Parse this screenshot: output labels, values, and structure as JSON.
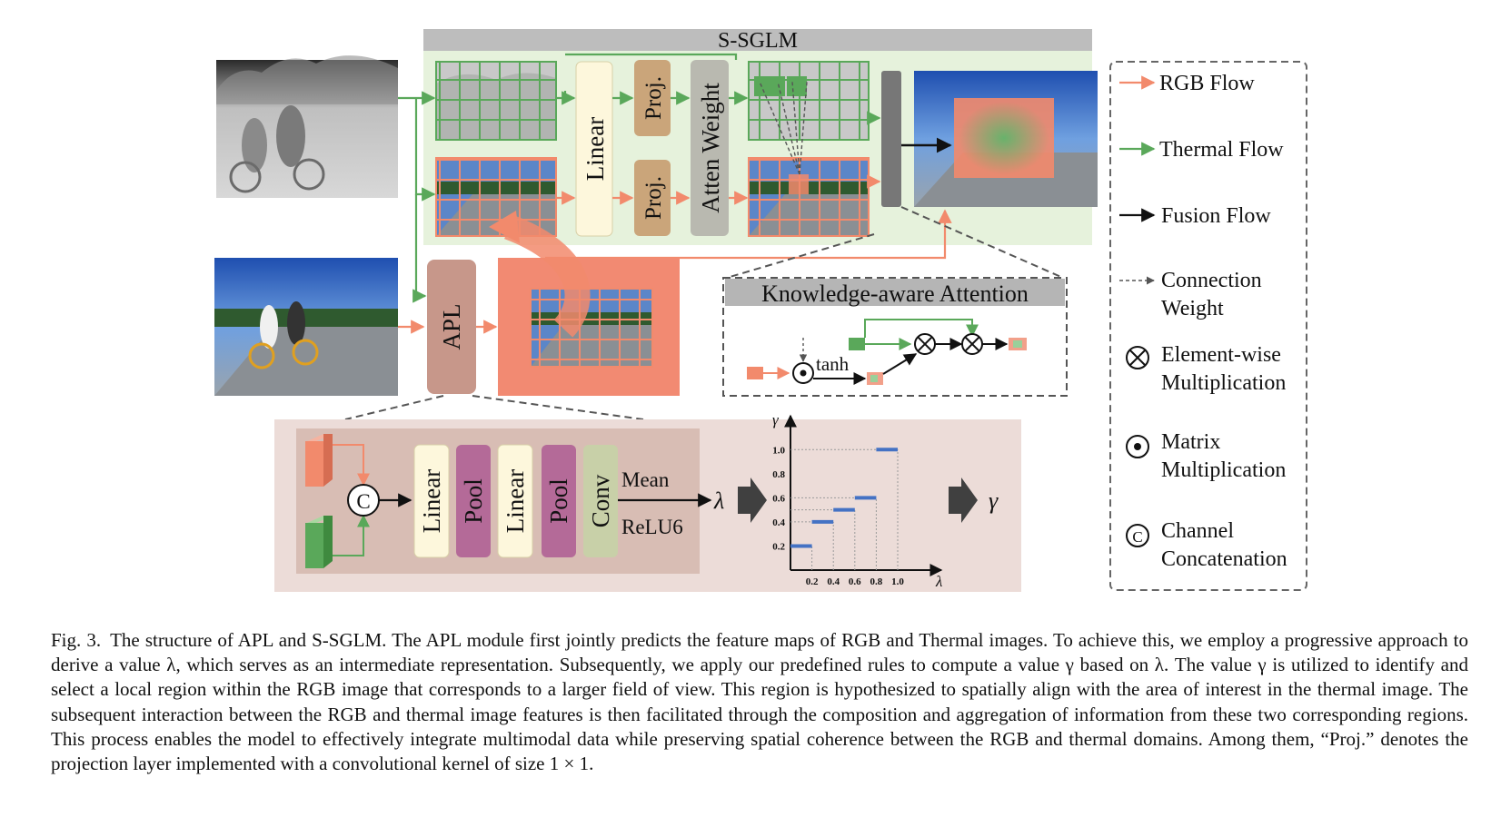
{
  "sglm": {
    "title": "S-SGLM",
    "linear": "Linear",
    "proj_top": "Proj.",
    "proj_bottom": "Proj.",
    "atten_weight": "Atten Weight"
  },
  "apl": {
    "label": "APL"
  },
  "kaa": {
    "title": "Knowledge-aware Attention",
    "tanh": "tanh"
  },
  "apl_detail": {
    "concat_symbol": "C",
    "linear_1": "Linear",
    "pool_1": "Pool",
    "linear_2": "Linear",
    "pool_2": "Pool",
    "conv": "Conv",
    "mean": "Mean",
    "relu6": "ReLU6",
    "lambda": "λ",
    "gamma": "γ"
  },
  "chart_data": {
    "type": "line",
    "xlabel": "λ",
    "ylabel": "γ",
    "x_ticks": [
      "0.2",
      "0.4",
      "0.6",
      "0.8",
      "1.0"
    ],
    "y_ticks": [
      "0.2",
      "0.4",
      "0.6",
      "0.8",
      "1.0"
    ],
    "xlim": [
      0,
      1.2
    ],
    "ylim": [
      0,
      1.1
    ],
    "steps": [
      {
        "x0": 0.0,
        "x1": 0.2,
        "y": 0.2
      },
      {
        "x0": 0.2,
        "x1": 0.4,
        "y": 0.4
      },
      {
        "x0": 0.4,
        "x1": 0.6,
        "y": 0.5
      },
      {
        "x0": 0.6,
        "x1": 0.8,
        "y": 0.6
      },
      {
        "x0": 0.8,
        "x1": 1.0,
        "y": 1.0
      }
    ],
    "colors": {
      "step": "#4472c4",
      "guide": "#9a9a9a"
    }
  },
  "legend": {
    "rgb_flow": "RGB Flow",
    "thermal_flow": "Thermal Flow",
    "fusion_flow": "Fusion Flow",
    "connection_weight": [
      "Connection",
      "Weight"
    ],
    "element_mult": [
      "Element-wise",
      "Multiplication"
    ],
    "matrix_mult": [
      "Matrix",
      "Multiplication"
    ],
    "channel_concat": [
      "Channel",
      "Concatenation"
    ]
  },
  "caption": {
    "label": "Fig. 3.",
    "text": "The structure of APL and S-SGLM. The APL module first jointly predicts the feature maps of RGB and Thermal images. To achieve this, we employ a progressive approach to derive a value λ, which serves as an intermediate representation. Subsequently, we apply our predefined rules to compute a value γ based on λ. The value γ is utilized to identify and select a local region within the RGB image that corresponds to a larger field of view. This region is hypothesized to spatially align with the area of interest in the thermal image. The subsequent interaction between the RGB and thermal image features is then facilitated through the composition and aggregation of information from these two corresponding regions. This process enables the model to effectively integrate multimodal data while preserving spatial coherence between the RGB and thermal domains. Among them, “Proj.” denotes the projection layer implemented with a convolutional kernel of size 1 × 1."
  },
  "colors": {
    "rgb": "#f28a6c",
    "thermal": "#5aa85a",
    "fusion": "#111111",
    "sglm_bg": "#e6f2dc",
    "sglm_header": "#bdbdbd",
    "linear_fill": "#fdf7dc",
    "proj_fill": "#caa57a",
    "atten_fill": "#b9b9b0",
    "apl_fill": "#c7978a",
    "pool_fill": "#b46a98",
    "conv_fill": "#c8d0a8",
    "apl_detail_bg": "#ecdcd8",
    "salmon_panel": "#f28a72"
  }
}
